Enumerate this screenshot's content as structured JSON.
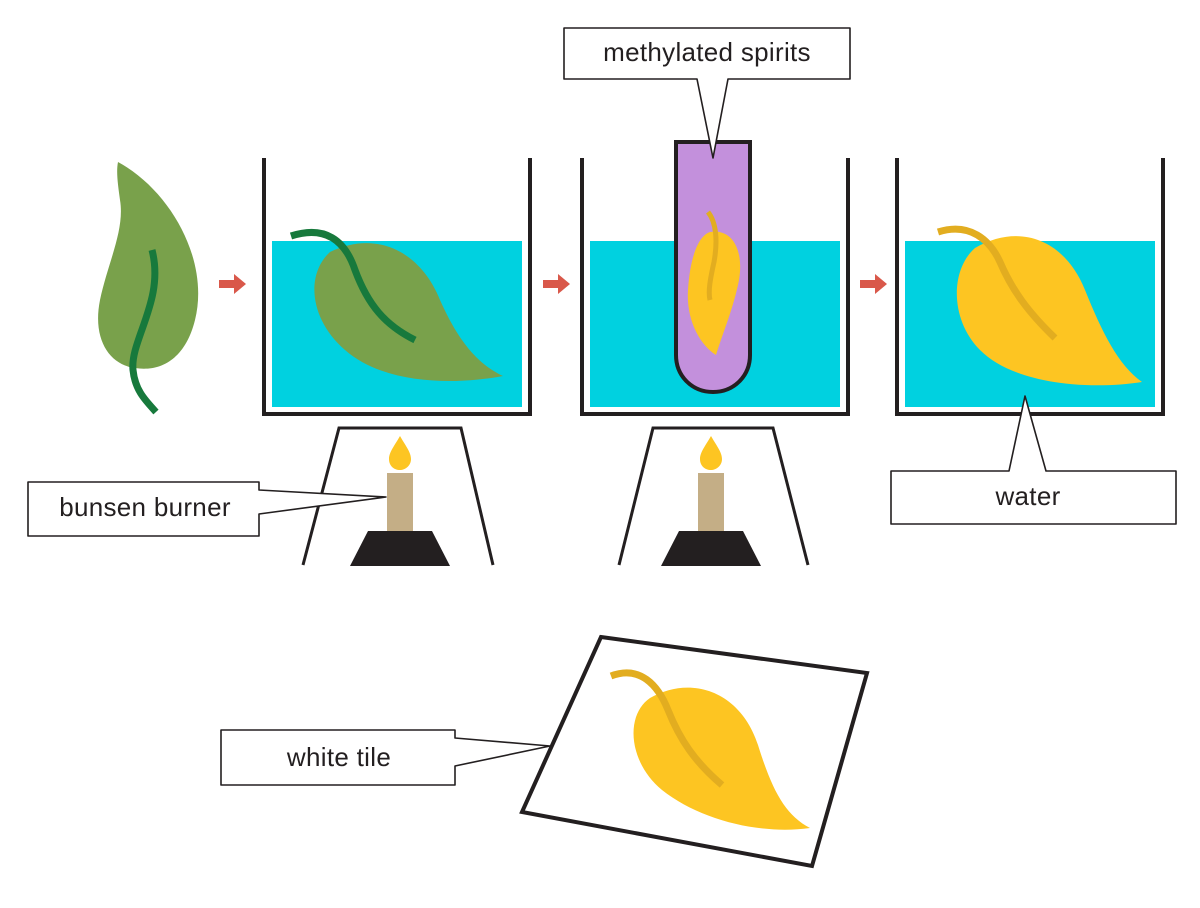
{
  "labels": {
    "methylated_spirits": "methylated spirits",
    "bunsen_burner": "bunsen burner",
    "water": "water",
    "white_tile": "white tile"
  },
  "colors": {
    "water": "#00d1e0",
    "green_leaf": "#79a14b",
    "green_vein": "#17793c",
    "yellow_leaf": "#fdc522",
    "yellow_vein": "#e2ad20",
    "boiling_tube": "#c390dc",
    "arrow": "#d9584a",
    "flame": "#fdc522",
    "burner_body": "#c4ae86",
    "burner_base": "#231f20"
  },
  "steps": [
    "fresh-leaf",
    "leaf-in-boiling-water",
    "leaf-in-methylated-spirits",
    "leaf-rinsed-in-water",
    "leaf-on-white-tile"
  ]
}
